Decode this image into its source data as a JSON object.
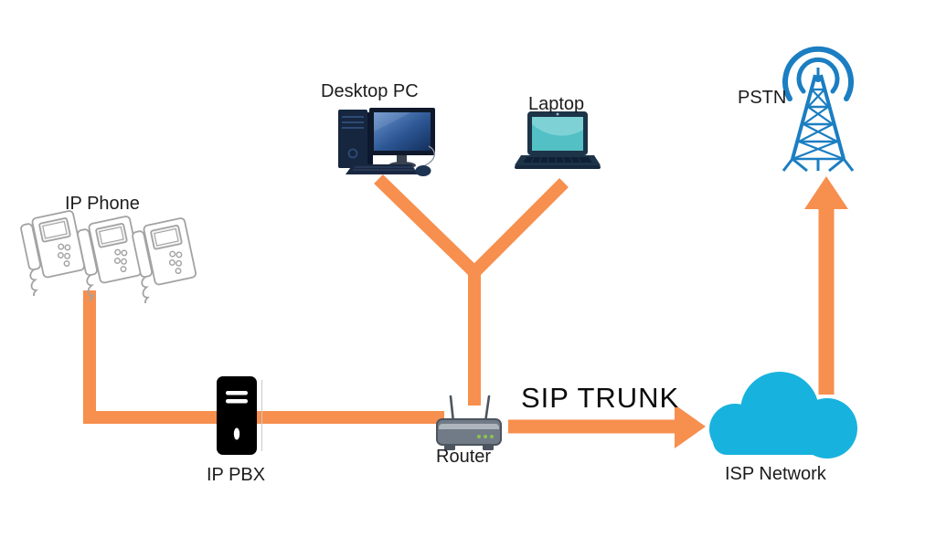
{
  "diagram": {
    "type": "network-topology",
    "background": "#ffffff",
    "colors": {
      "connector_orange": "#F78F4E",
      "cloud_cyan": "#18B2DE",
      "tower_blue": "#1B7EC2",
      "label_text": "#1C1C1C",
      "router_led_green": "#8BC34A"
    },
    "nodes": {
      "ip_phone": {
        "label": "IP Phone",
        "icon": "ip-phone-icon",
        "count": 3
      },
      "desktop_pc": {
        "label": "Desktop PC",
        "icon": "desktop-pc-icon"
      },
      "laptop": {
        "label": "Laptop",
        "icon": "laptop-icon"
      },
      "pstn": {
        "label": "PSTN",
        "icon": "radio-tower-icon"
      },
      "ip_pbx": {
        "label": "IP PBX",
        "icon": "server-tower-icon"
      },
      "router": {
        "label": "Router",
        "icon": "router-icon"
      },
      "isp_network": {
        "label": "ISP Network",
        "icon": "cloud-icon"
      }
    },
    "links": {
      "sip_trunk": {
        "label": "SIP TRUNK",
        "from": "Router",
        "to": "ISP Network",
        "style": "orange-arrow-right"
      },
      "isp_to_pstn": {
        "from": "ISP Network",
        "to": "PSTN",
        "style": "orange-arrow-up"
      },
      "phones_to_router": {
        "from": "IP Phone",
        "via": "IP PBX",
        "to": "Router",
        "style": "orange-line"
      },
      "pc_and_laptop_to_router": {
        "from": "Desktop PC / Laptop",
        "to": "Router",
        "style": "orange-line-y"
      }
    }
  }
}
